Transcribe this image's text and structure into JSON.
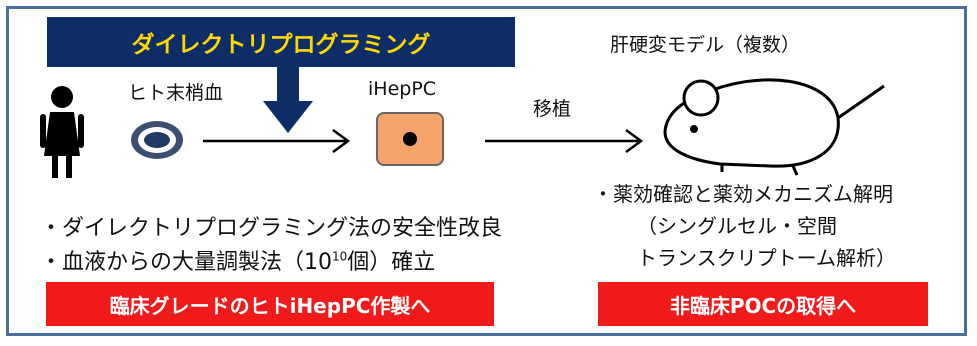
{
  "banner": {
    "text": "ダイレクトリプログラミング"
  },
  "left": {
    "source_label": "ヒト末梢血",
    "cell_label": "iHepPC",
    "bullets": [
      "・ダイレクトリプログラミング法の安全性改良",
      "・血液からの大量調製法（10"
    ],
    "bullet2_sup": "10",
    "bullet2_tail": "個）確立",
    "button": "臨床グレードのヒトiHepPC作製へ"
  },
  "transplant_label": "移植",
  "right": {
    "model_title": "肝硬変モデル（複数）",
    "bullet_lines": [
      "・薬効確認と薬効メカニズム解明",
      "（シングルセル・空間",
      "トランスクリプトーム解析）"
    ],
    "button": "非臨床POCの取得へ"
  },
  "colors": {
    "banner_bg": "#0d2d66",
    "banner_text": "#ffd800",
    "button_bg": "#f01a1a",
    "cell_fill": "#f6a36c",
    "border": "#4a6ea0"
  }
}
